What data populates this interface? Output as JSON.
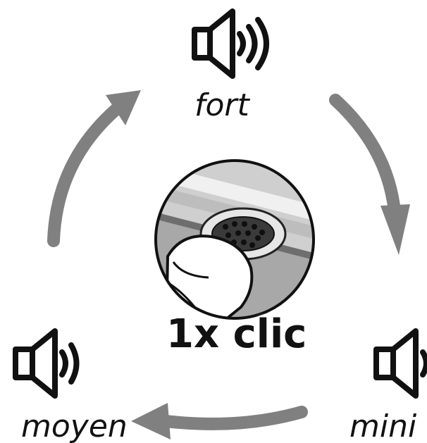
{
  "levels": {
    "high": "fort",
    "medium": "moyen",
    "low": "mini"
  },
  "action": "1x clic",
  "icons": {
    "high": "speaker-loud-icon",
    "medium": "speaker-medium-icon",
    "low": "speaker-low-icon",
    "button": "speaker-button-press-icon"
  },
  "colors": {
    "arrow": "#808080",
    "stroke": "#111111"
  }
}
